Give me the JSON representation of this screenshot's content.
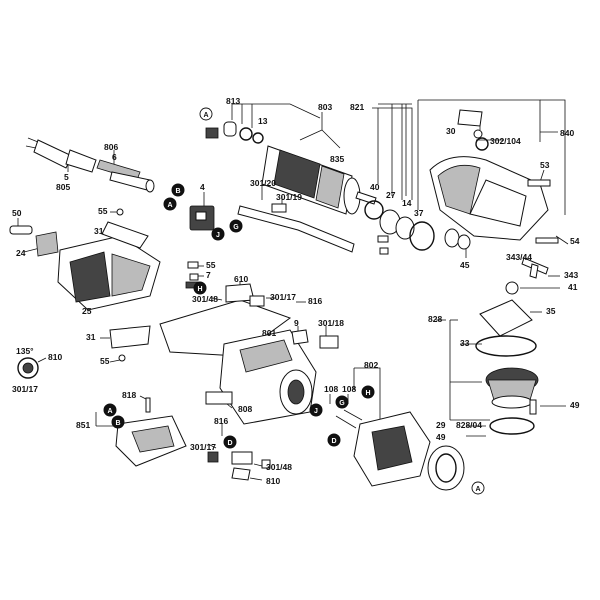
{
  "labels": {
    "l5": "5",
    "l805": "805",
    "l806": "806",
    "l6": "6",
    "l4": "4",
    "l301_20": "301/20",
    "l301_19": "301/19",
    "l813": "813",
    "l803": "803",
    "l821": "821",
    "l13": "13",
    "l835": "835",
    "l40": "40",
    "l27": "27",
    "l14": "14",
    "l37": "37",
    "l30": "30",
    "l302_104": "302/104",
    "l840": "840",
    "l53": "53",
    "l50": "50",
    "l24": "24",
    "l55a": "55",
    "l31a": "31",
    "l25": "25",
    "l55b": "55",
    "l7": "7",
    "l610": "610",
    "l301_48a": "301/48",
    "l301_17a": "301/17",
    "l816a": "816",
    "l9": "9",
    "l301_18": "301/18",
    "l801": "801",
    "l45": "45",
    "l343_44": "343/44",
    "l54": "54",
    "l343": "343",
    "l41": "41",
    "l828": "828",
    "l35": "35",
    "l33": "33",
    "l31b": "31",
    "l55c": "55",
    "l810a": "810",
    "l301_17b": "301/17",
    "l135": "135°",
    "l818": "818",
    "l851": "851",
    "l808": "808",
    "l802": "802",
    "l108a": "108",
    "l108b": "108",
    "l816b": "816",
    "l301_17c": "301/17",
    "l301_48b": "301/48",
    "l810b": "810",
    "l29": "29",
    "l828_04": "828/04",
    "l49a": "49",
    "l49b": "49"
  },
  "markers": {
    "a": "A",
    "b": "B",
    "d": "D",
    "g": "G",
    "h": "H",
    "j": "J"
  }
}
